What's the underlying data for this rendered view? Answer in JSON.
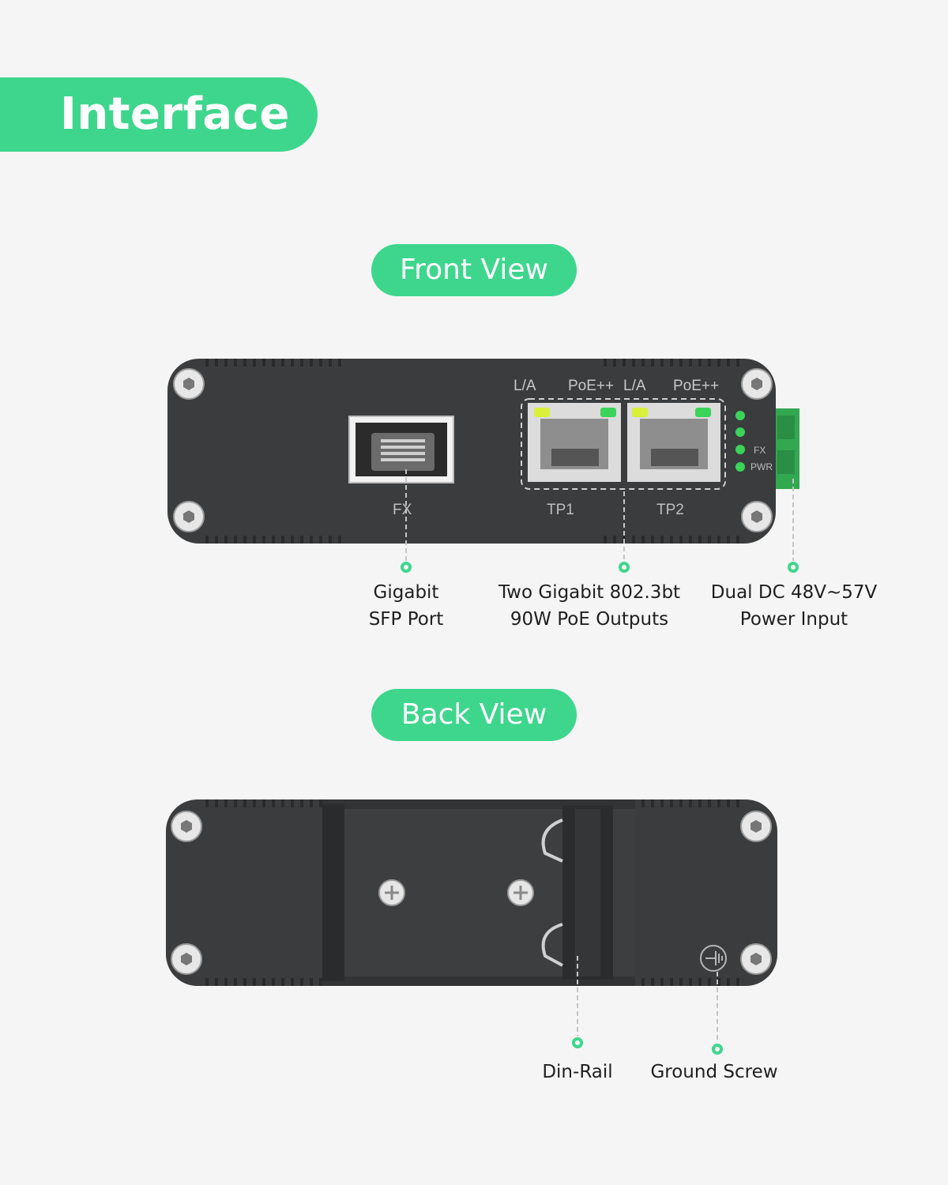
{
  "title": "Interface",
  "front": {
    "heading": "Front View",
    "device": {
      "sfp_label": "FX",
      "port_header_labels": [
        "L/A",
        "PoE++",
        "L/A",
        "PoE++"
      ],
      "tp1_label": "TP1",
      "tp2_label": "TP2",
      "led_fx": "FX",
      "led_pwr": "PWR"
    },
    "callouts": {
      "sfp_line1": "Gigabit",
      "sfp_line2": "SFP Port",
      "poe_line1": "Two Gigabit 802.3bt",
      "poe_line2": "90W PoE Outputs",
      "power_line1": "Dual DC 48V~57V",
      "power_line2": "Power Input"
    }
  },
  "back": {
    "heading": "Back View",
    "callouts": {
      "din_rail": "Din-Rail",
      "ground_screw": "Ground Screw"
    }
  },
  "colors": {
    "accent": "#3ed68d",
    "device_body": "#3b3c3e",
    "led_green": "#3bd35a",
    "led_yellow": "#d9f03a",
    "terminal_green": "#32a851"
  }
}
